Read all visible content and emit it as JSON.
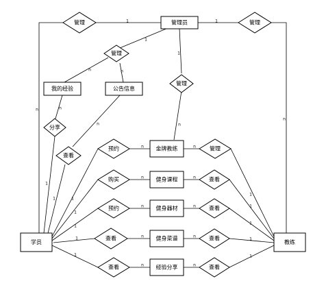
{
  "entities": {
    "admin": "管理员",
    "student": "学员",
    "coach": "教练",
    "my_experience": "我的经验",
    "notice": "公告信息",
    "private_coach": "金牌教练",
    "fitness_course": "健身课程",
    "fitness_equipment": "健身器材",
    "fitness_recipe": "健身菜谱",
    "experience_share": "经验分享"
  },
  "relationships": {
    "admin_student": "管理",
    "admin_coach": "管理",
    "admin_info": "管理",
    "admin_private_coach": "管理",
    "share": "分享",
    "view_notice": "查看",
    "book_coach": "预约",
    "buy_course": "购买",
    "book_equipment": "预约",
    "view_recipe": "查看",
    "view_share": "查看",
    "coach_manage_private": "管理",
    "coach_view_course": "查看",
    "coach_view_equipment": "查看",
    "coach_view_recipe": "查看",
    "coach_view_share": "查看"
  },
  "cardinality": {
    "one": "1",
    "many": "n"
  }
}
